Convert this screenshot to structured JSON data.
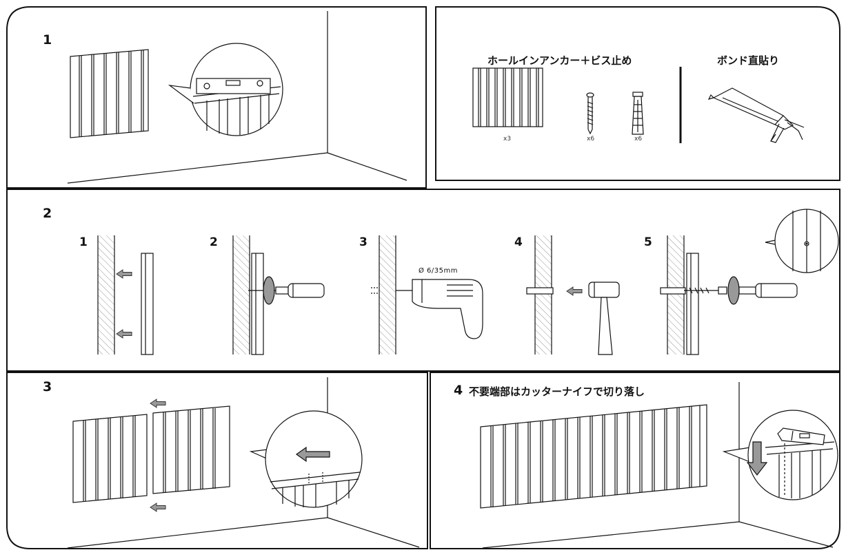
{
  "panel1": {
    "step": "1"
  },
  "panel_parts": {
    "method_a_title": "ホールインアンカー＋ビス止め",
    "method_b_title": "ボンド直貼り",
    "panel_qty": "x3",
    "screw_qty": "x6",
    "anchor_qty": "x6"
  },
  "panel2": {
    "step": "2",
    "substeps": [
      "1",
      "2",
      "3",
      "4",
      "5"
    ],
    "drill_bit_spec": "Ø 6/35mm"
  },
  "panel3": {
    "step": "3"
  },
  "panel4": {
    "step": "4",
    "instruction": "不要端部はカッターナイフで切り落し"
  },
  "colors": {
    "line": "#111111",
    "arrow_fill": "#999999",
    "background": "#ffffff"
  },
  "icons": [
    "spirit-level-icon",
    "screw-icon",
    "wall-anchor-icon",
    "caulking-gun-icon",
    "screwdriver-icon",
    "drill-icon",
    "hammer-icon",
    "cutter-knife-icon",
    "arrow-icon"
  ]
}
